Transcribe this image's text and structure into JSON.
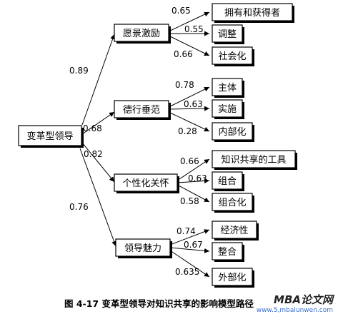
{
  "root": {
    "label": "变革型领导"
  },
  "mediators": [
    {
      "id": "vision",
      "label": "愿景激励",
      "weight": "0.89",
      "outcomes": [
        {
          "label": "拥有和获得者",
          "weight": "0.65"
        },
        {
          "label": "调整",
          "weight": "0.55"
        },
        {
          "label": "社会化",
          "weight": "0.66"
        }
      ]
    },
    {
      "id": "virtue",
      "label": "德行垂范",
      "weight": "0.68",
      "outcomes": [
        {
          "label": "主体",
          "weight": "0.78"
        },
        {
          "label": "实施",
          "weight": "0.63"
        },
        {
          "label": "内部化",
          "weight": "0.28"
        }
      ]
    },
    {
      "id": "care",
      "label": "个性化关怀",
      "weight": "0.82",
      "outcomes": [
        {
          "label": "知识共享的工具",
          "weight": "0.66"
        },
        {
          "label": "组合",
          "weight": "0.63"
        },
        {
          "label": "组合化",
          "weight": "0.58"
        }
      ]
    },
    {
      "id": "charisma",
      "label": "领导魅力",
      "weight": "0.76",
      "outcomes": [
        {
          "label": "经济性",
          "weight": "0.74"
        },
        {
          "label": "整合",
          "weight": "0.67"
        },
        {
          "label": "外部化",
          "weight": "0.635"
        }
      ]
    }
  ],
  "caption": "图 4-17  变革型领导对知识共享的影响模型路径",
  "watermark": {
    "brand": "MBA论文网",
    "url": "www.5,mbalunwen.com"
  }
}
